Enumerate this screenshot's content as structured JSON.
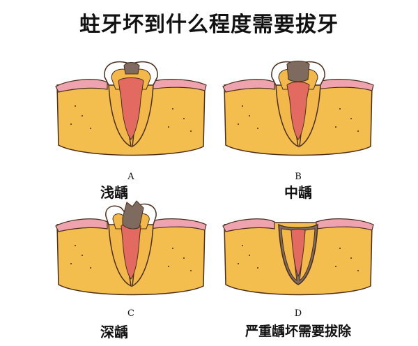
{
  "title": "蛀牙坏到什么程度需要拔牙",
  "panels": [
    {
      "letter": "A",
      "caption": "浅龋"
    },
    {
      "letter": "B",
      "caption": "中龋"
    },
    {
      "letter": "C",
      "caption": "深龋"
    },
    {
      "letter": "D",
      "caption": "严重龋坏需要拔除"
    }
  ],
  "colors": {
    "bone": "#F4BE4F",
    "gum": "#EFA3AE",
    "enamel": "#FFFFFF",
    "dentin": "#F2B94A",
    "pulp": "#E36A60",
    "decay": "#7E6A5E",
    "outline": "#4A2E1E"
  }
}
